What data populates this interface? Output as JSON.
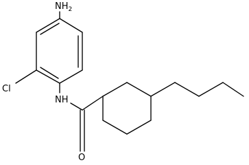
{
  "structure": {
    "atoms": {
      "amino_n": "NH",
      "amino_h_count": "2",
      "chloro": "Cl",
      "amide_nh": "NH",
      "carbonyl_o": "O"
    },
    "colors": {
      "bond": "#000000",
      "label": "#000000",
      "background": "#ffffff"
    }
  }
}
